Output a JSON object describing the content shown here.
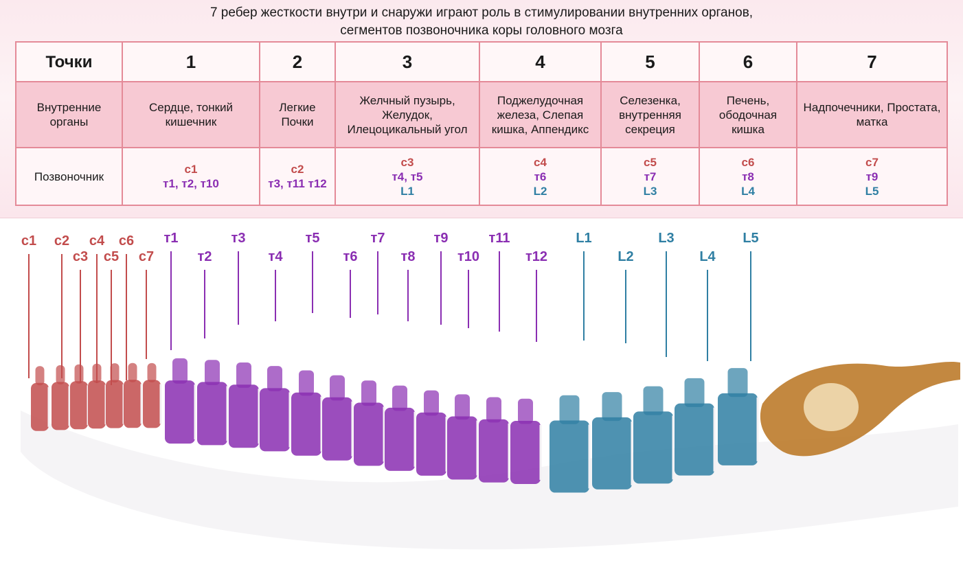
{
  "title_lines": [
    "7 ребер жесткости внутри и снаружи играют роль в стимулировании внутренних органов,",
    "сегментов позвоночника коры головного мозга"
  ],
  "table": {
    "header_label": "Точки",
    "points": [
      "1",
      "2",
      "3",
      "4",
      "5",
      "6",
      "7"
    ],
    "organs_label": "Внутренние органы",
    "organs": [
      "Сердце, тонкий кишечник",
      "Легкие Почки",
      "Желчный пузырь, Желудок, Илецоцикальный угол",
      "Поджелудочная железа, Слепая кишка, Аппендикс",
      "Селезенка, внутренняя секреция",
      "Печень, ободочная кишка",
      "Надпочечники, Простата, матка"
    ],
    "spine_label": "Позвоночник",
    "spine": [
      {
        "c": "c1",
        "t": "т1, т2, т10",
        "l": ""
      },
      {
        "c": "c2",
        "t": "т3, т11 т12",
        "l": ""
      },
      {
        "c": "c3",
        "t": "т4, т5",
        "l": "L1"
      },
      {
        "c": "c4",
        "t": "т6",
        "l": "L2"
      },
      {
        "c": "c5",
        "t": "т7",
        "l": "L3"
      },
      {
        "c": "c6",
        "t": "т8",
        "l": "L4"
      },
      {
        "c": "c7",
        "t": "т9",
        "l": "L5"
      }
    ]
  },
  "colors": {
    "cervical": "#c24c4c",
    "thoracic": "#8a2eb2",
    "lumbar": "#2f7fa3",
    "sacrum": "#b9731f",
    "table_border": "#e48a98"
  },
  "vertebra_labels": {
    "cervical": [
      "c1",
      "c2",
      "c3",
      "c4",
      "c5",
      "c6",
      "c7"
    ],
    "thoracic": [
      "т1",
      "т2",
      "т3",
      "т4",
      "т5",
      "т6",
      "т7",
      "т8",
      "т9",
      "т10",
      "т11",
      "т12"
    ],
    "lumbar": [
      "L1",
      "L2",
      "L3",
      "L4",
      "L5"
    ]
  }
}
